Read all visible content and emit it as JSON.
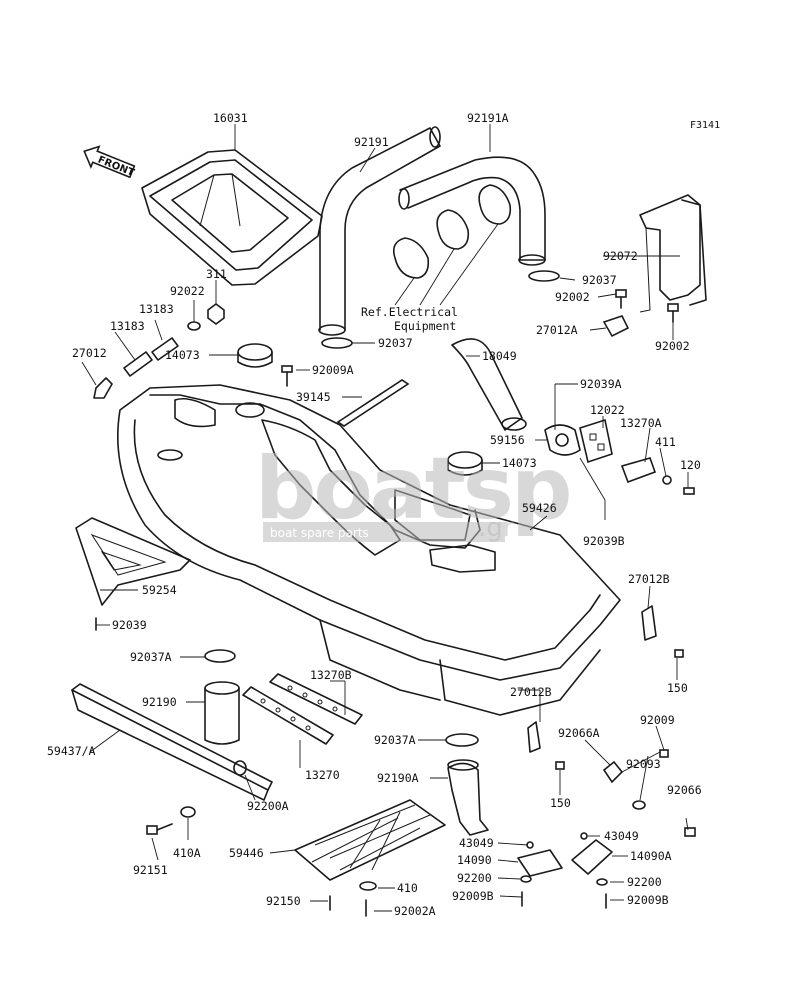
{
  "figure_code": "F3141",
  "front_arrow_label": "FRONT",
  "reference_note_line1": "Ref.Electrical",
  "reference_note_line2": "Equipment",
  "watermark": {
    "brand": "boatsp",
    "subtitle": "boat spare parts",
    "domain": ".gr"
  },
  "parts": [
    {
      "id": "p16031",
      "number": "16031"
    },
    {
      "id": "p92191",
      "number": "92191"
    },
    {
      "id": "p92191A",
      "number": "92191A"
    },
    {
      "id": "p311",
      "number": "311"
    },
    {
      "id": "p92022",
      "number": "92022"
    },
    {
      "id": "p13183a",
      "number": "13183"
    },
    {
      "id": "p13183b",
      "number": "13183"
    },
    {
      "id": "p27012",
      "number": "27012"
    },
    {
      "id": "p14073a",
      "number": "14073"
    },
    {
      "id": "p92037a",
      "number": "92037"
    },
    {
      "id": "p92037b",
      "number": "92037"
    },
    {
      "id": "p92072",
      "number": "92072"
    },
    {
      "id": "p92002a",
      "number": "92002"
    },
    {
      "id": "p92002b",
      "number": "92002"
    },
    {
      "id": "p27012A",
      "number": "27012A"
    },
    {
      "id": "p92009A",
      "number": "92009A"
    },
    {
      "id": "p18049",
      "number": "18049"
    },
    {
      "id": "p39145",
      "number": "39145"
    },
    {
      "id": "p92039A",
      "number": "92039A"
    },
    {
      "id": "p12022",
      "number": "12022"
    },
    {
      "id": "p13270A",
      "number": "13270A"
    },
    {
      "id": "p59156",
      "number": "59156"
    },
    {
      "id": "p411",
      "number": "411"
    },
    {
      "id": "p14073b",
      "number": "14073"
    },
    {
      "id": "p120",
      "number": "120"
    },
    {
      "id": "p59426",
      "number": "59426"
    },
    {
      "id": "p92039B",
      "number": "92039B"
    },
    {
      "id": "p27012B_r",
      "number": "27012B"
    },
    {
      "id": "p59254",
      "number": "59254"
    },
    {
      "id": "p92039",
      "number": "92039"
    },
    {
      "id": "p92037A_l",
      "number": "92037A"
    },
    {
      "id": "p150a",
      "number": "150"
    },
    {
      "id": "p13270B",
      "number": "13270B"
    },
    {
      "id": "p92190",
      "number": "92190"
    },
    {
      "id": "p27012B_m",
      "number": "27012B"
    },
    {
      "id": "p59437A",
      "number": "59437/A"
    },
    {
      "id": "p92009",
      "number": "92009"
    },
    {
      "id": "p92066A",
      "number": "92066A"
    },
    {
      "id": "p92037A_m",
      "number": "92037A"
    },
    {
      "id": "p92093",
      "number": "92093"
    },
    {
      "id": "p13270",
      "number": "13270"
    },
    {
      "id": "p92190A",
      "number": "92190A"
    },
    {
      "id": "p150b",
      "number": "150"
    },
    {
      "id": "p92200A",
      "number": "92200A"
    },
    {
      "id": "p92066",
      "number": "92066"
    },
    {
      "id": "p410A",
      "number": "410A"
    },
    {
      "id": "p43049a",
      "number": "43049"
    },
    {
      "id": "p43049b",
      "number": "43049"
    },
    {
      "id": "p92151",
      "number": "92151"
    },
    {
      "id": "p59446",
      "number": "59446"
    },
    {
      "id": "p14090",
      "number": "14090"
    },
    {
      "id": "p14090A",
      "number": "14090A"
    },
    {
      "id": "p92200a",
      "number": "92200"
    },
    {
      "id": "p92200b",
      "number": "92200"
    },
    {
      "id": "p410",
      "number": "410"
    },
    {
      "id": "p92009B_a",
      "number": "92009B"
    },
    {
      "id": "p92009B_b",
      "number": "92009B"
    },
    {
      "id": "p92150",
      "number": "92150"
    },
    {
      "id": "p92002A",
      "number": "92002A"
    }
  ]
}
